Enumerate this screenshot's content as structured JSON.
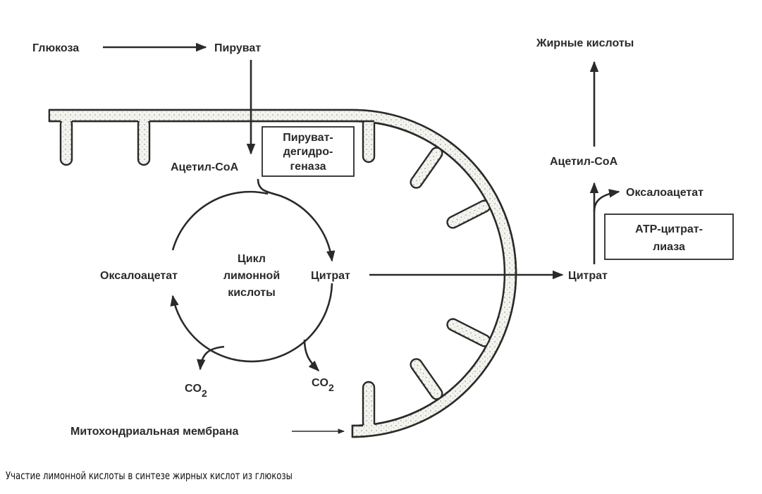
{
  "diagram": {
    "labels": {
      "glucose": "Глюкоза",
      "pyruvate": "Пируват",
      "acetyl_coa_mito": "Ацетил-СоА",
      "pdh_line1": "Пируват-",
      "pdh_line2": "дегидро-",
      "pdh_line3": "геназа",
      "cycle_line1": "Цикл",
      "cycle_line2": "лимонной",
      "cycle_line3": "кислоты",
      "oxaloacetate_mito": "Оксалоацетат",
      "citrate_mito": "Цитрат",
      "co2_left": "CO",
      "co2_left_sub": "2",
      "co2_right": "CO",
      "co2_right_sub": "2",
      "membrane": "Митохондриальная мембрана",
      "fatty_acids": "Жирные кислоты",
      "acetyl_coa_cyto": "Ацетил-СоА",
      "oxaloacetate_cyto": "Оксалоацетат",
      "atp_line1": "АТР-цитрат-",
      "atp_line2": "лиаза",
      "citrate_cyto": "Цитрат"
    }
  },
  "caption": "Участие лимонной кислоты в синтезе жирных кислот из глюкозы",
  "colors": {
    "ink": "#2a2a2a",
    "membrane_fill": "#f3f3ee"
  }
}
